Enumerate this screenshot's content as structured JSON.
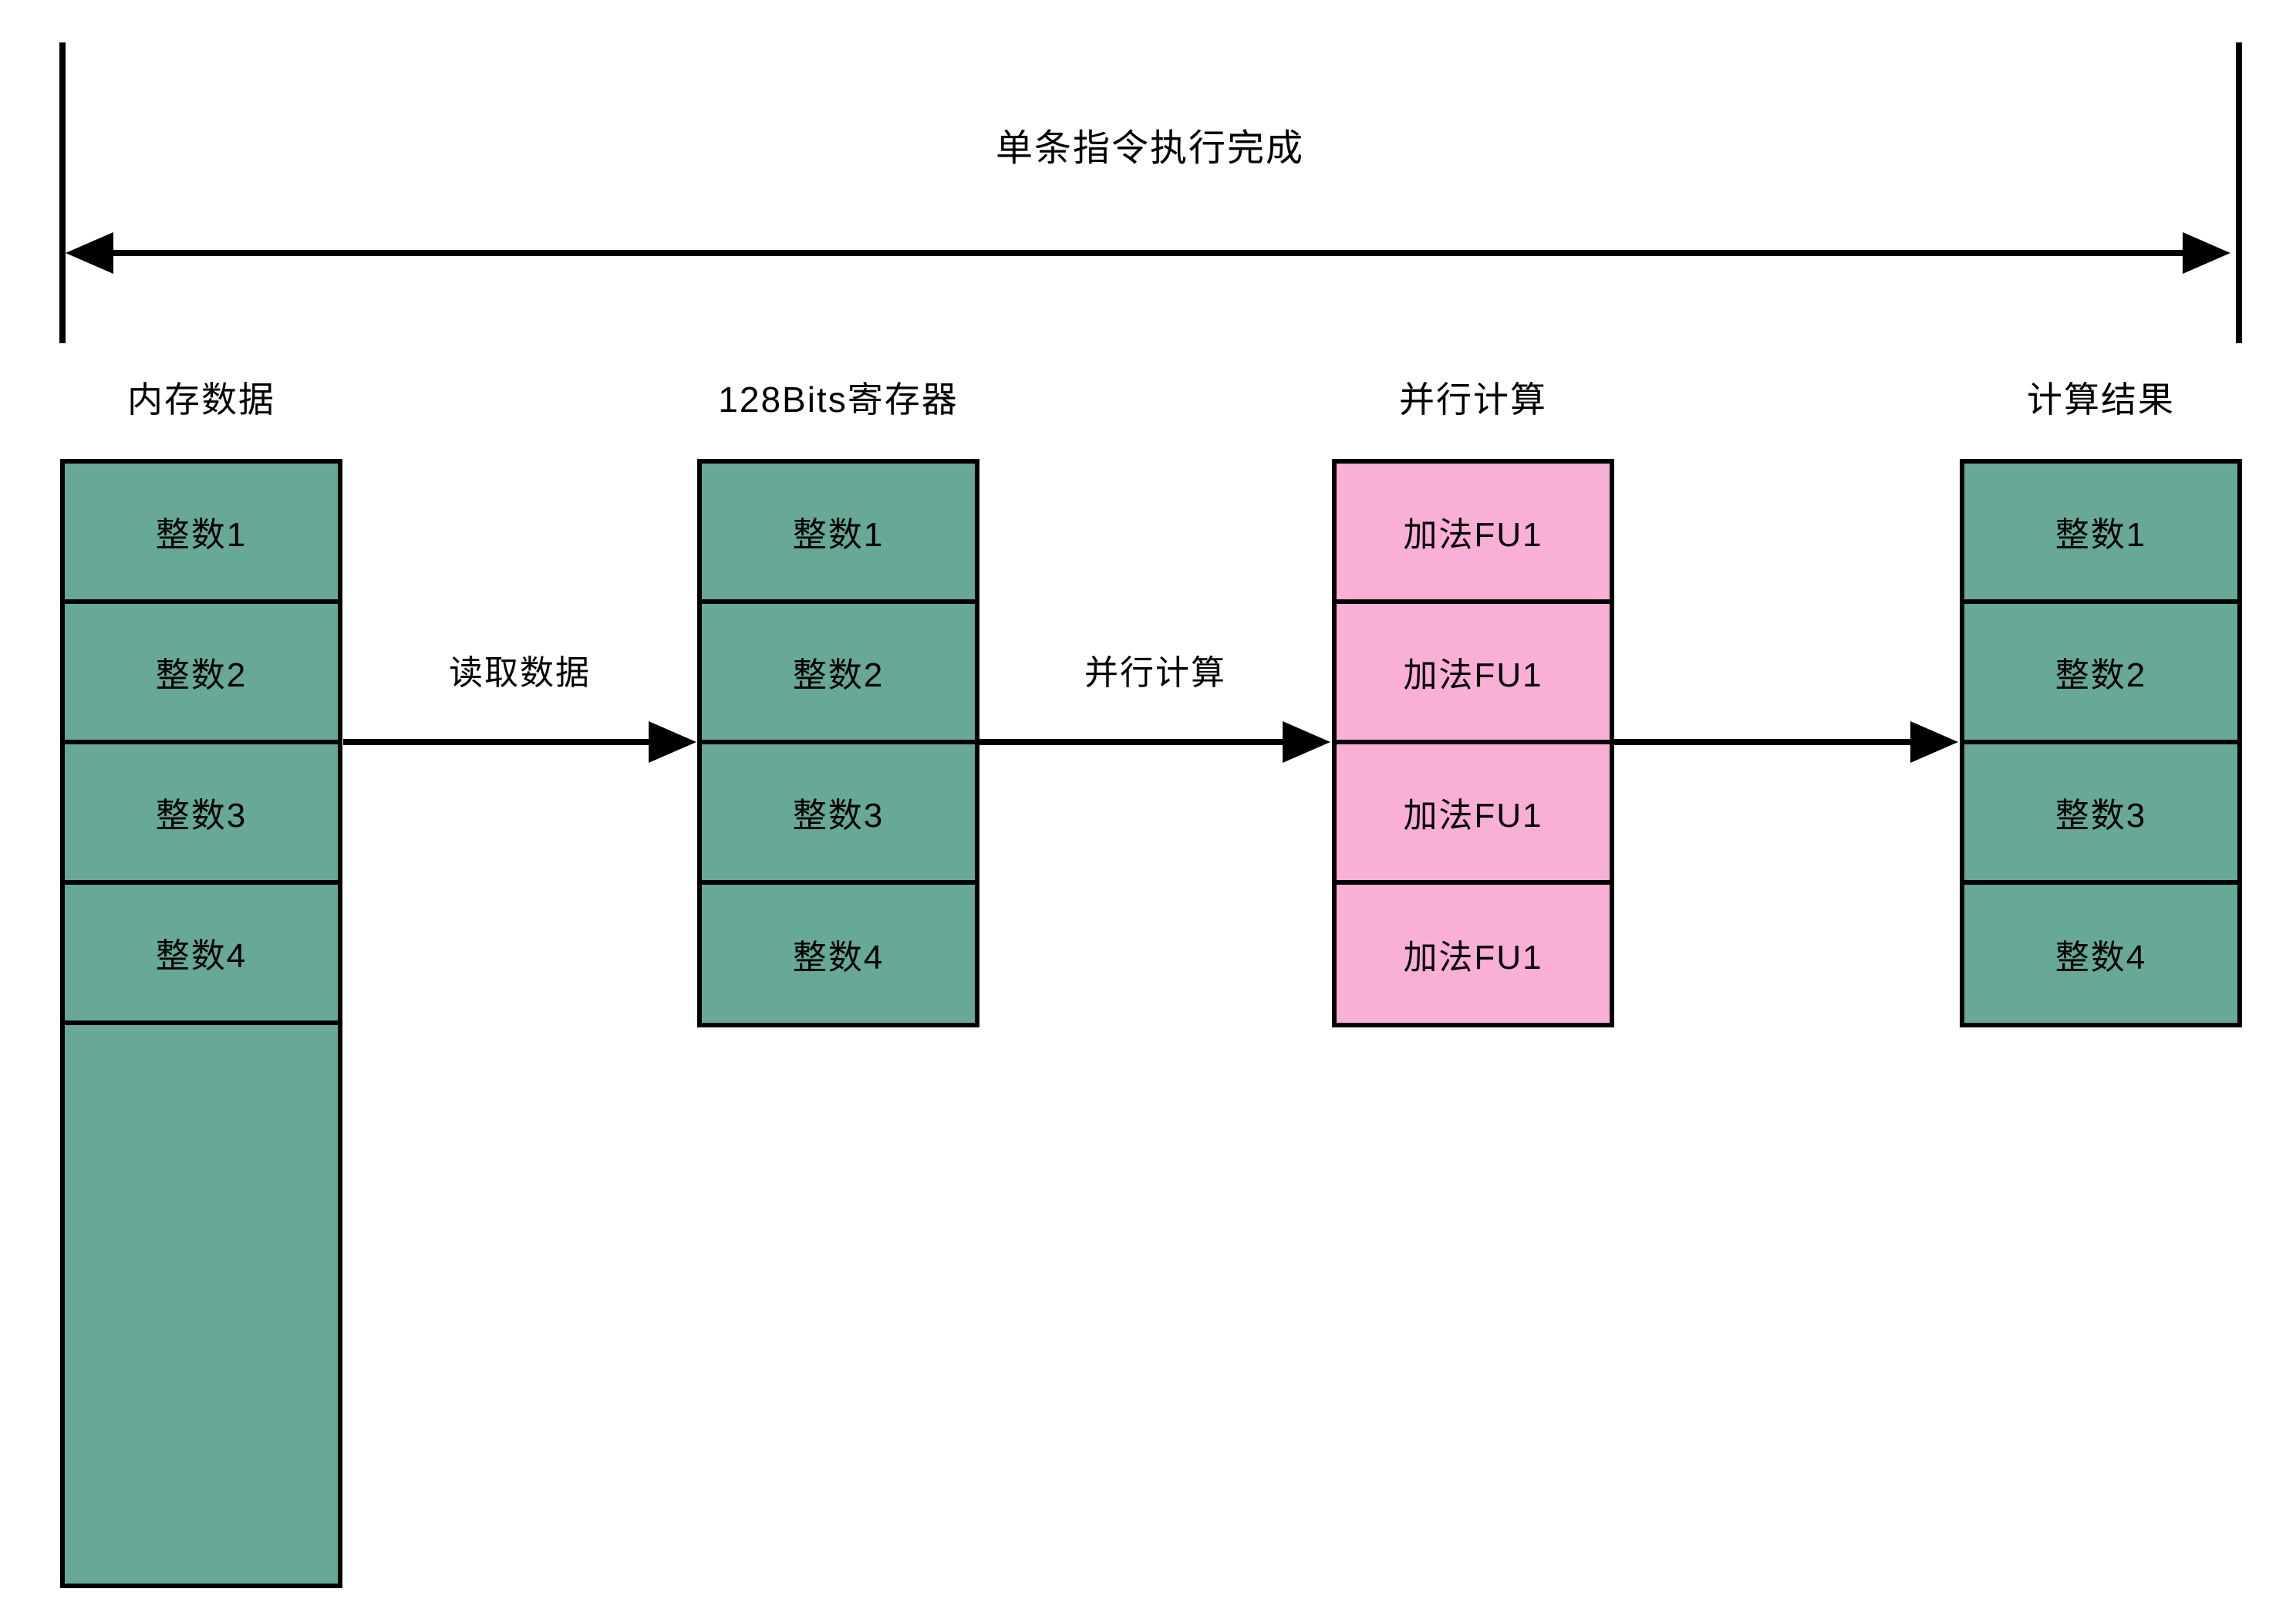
{
  "diagram": {
    "span_label": "单条指令执行完成",
    "flow_arrows": [
      {
        "label": "读取数据"
      },
      {
        "label": "并行计算"
      },
      {
        "label": ""
      }
    ],
    "columns": [
      {
        "header": "内存数据",
        "fill": "#67A897",
        "cells": [
          "整数1",
          "整数2",
          "整数3",
          "整数4"
        ],
        "has_extra_empty_cell": true
      },
      {
        "header": "128Bits寄存器",
        "fill": "#67A897",
        "cells": [
          "整数1",
          "整数2",
          "整数3",
          "整数4"
        ]
      },
      {
        "header": "并行计算",
        "fill": "#FAAFD7",
        "cells": [
          "加法FU1",
          "加法FU1",
          "加法FU1",
          "加法FU1"
        ]
      },
      {
        "header": "计算结果",
        "fill": "#67A897",
        "cells": [
          "整数1",
          "整数2",
          "整数3",
          "整数4"
        ]
      }
    ],
    "colors": {
      "teal_fill": "#67A897",
      "pink_fill": "#FAAFD7",
      "line": "#000000",
      "background": "#FFFFFF"
    }
  }
}
